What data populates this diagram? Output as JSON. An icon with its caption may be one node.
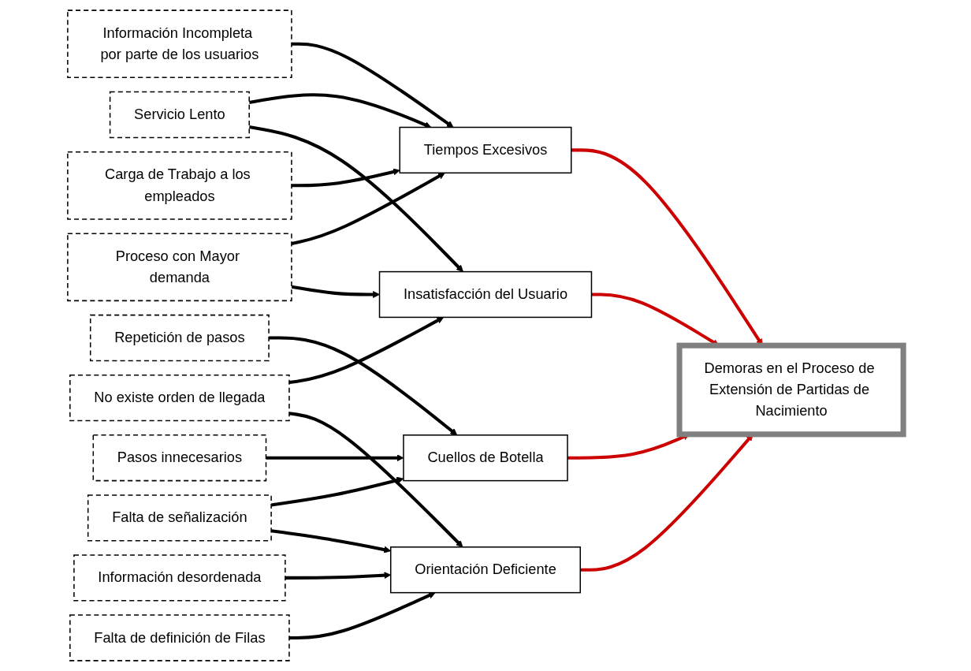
{
  "diagram": {
    "nodes": [
      {
        "text": [
          "Información Incompleta por parte de los usuarios"
        ]
      },
      {
        "text": [
          "Servicio Lento"
        ]
      },
      {
        "text": [
          "Tiempos Excesivos"
        ]
      },
      {
        "text": [
          "Insatisfacción del Usuario"
        ]
      },
      {
        "text": [
          "Proceso con Mayor demanda"
        ]
      },
      {
        "text": [
          "Carga de Trabajo a los empleados"
        ]
      },
      {
        "text": [
          "Demoras en el Proceso de Extensión de Partidas de Nacimiento"
        ]
      },
      {
        "text": [
          "No existe orden de llegada"
        ]
      },
      {
        "text": [
          "Repetición de pasos"
        ]
      },
      {
        "text": [
          "Falta de señalización"
        ]
      },
      {
        "text": [
          "Cuellos de Botella"
        ]
      },
      {
        "text": [
          "Orientación Deficiente"
        ]
      },
      {
        "text": [
          "Información desordenada"
        ]
      },
      {
        "text": [
          "Pasos innecesarios"
        ]
      },
      {
        "text": [
          "Falta de definición de Filas"
        ]
      }
    ],
    "edges": [
      {
        "from": 0,
        "to": 2,
        "arrow": "to"
      },
      {
        "from": 1,
        "to": 2,
        "arrow": "to"
      },
      {
        "from": 1,
        "to": 3,
        "arrow": "to"
      },
      {
        "from": 4,
        "to": 2,
        "arrow": "to"
      },
      {
        "from": 4,
        "to": 3,
        "arrow": "to"
      },
      {
        "from": 5,
        "to": 2,
        "arrow": "to"
      },
      {
        "from": 2,
        "to": 6,
        "arrow": "to",
        "color": "#cc0000"
      },
      {
        "from": 3,
        "to": 6,
        "arrow": "to",
        "color": "#cc0000"
      },
      {
        "from": 7,
        "to": 3,
        "arrow": "to"
      },
      {
        "from": 7,
        "to": 11,
        "arrow": "to"
      },
      {
        "from": 8,
        "to": 10,
        "arrow": "to"
      },
      {
        "from": 9,
        "to": 10,
        "arrow": "to"
      },
      {
        "from": 9,
        "to": 11,
        "arrow": "to"
      },
      {
        "from": 10,
        "to": 6,
        "arrow": "to",
        "color": "#cc0000"
      },
      {
        "from": 11,
        "to": 6,
        "arrow": "to",
        "color": "#cc0000"
      },
      {
        "from": 12,
        "to": 11,
        "arrow": "to"
      },
      {
        "from": 13,
        "to": 10,
        "arrow": "to"
      },
      {
        "from": 14,
        "to": 11,
        "arrow": "to"
      }
    ]
  }
}
